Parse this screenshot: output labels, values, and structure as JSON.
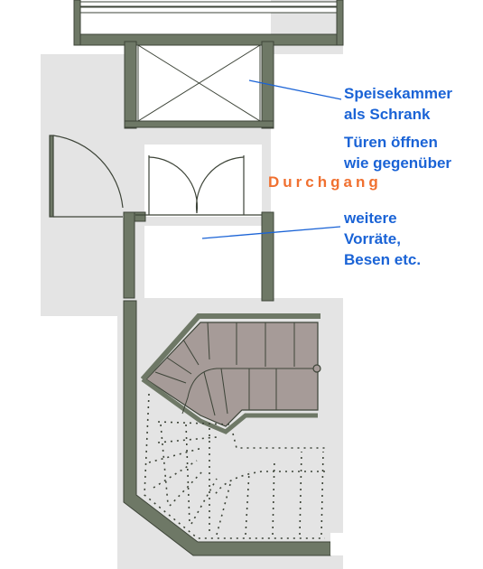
{
  "labels": {
    "pantry": {
      "line1": "Speisekammer",
      "line2": "als Schrank"
    },
    "doors": {
      "line1": "Türen öffnen",
      "line2": "wie gegenüber"
    },
    "passage": "Durchgang",
    "more": {
      "line1": "weitere",
      "line2": "Vorräte,",
      "line3": "Besen etc."
    }
  },
  "colors": {
    "wall": "#6e7866",
    "wall_outline": "#3d4438",
    "stair_fill": "#a69b98",
    "label_blue": "#1a63d6",
    "label_orange": "#f07030",
    "leader_line": "#1a63d6",
    "shadow": "#e2e2e2"
  },
  "icons": [
    "door-swing-icon",
    "double-door-swing-icon",
    "cabinet-cross-icon",
    "stair-handrail-knob-icon"
  ]
}
